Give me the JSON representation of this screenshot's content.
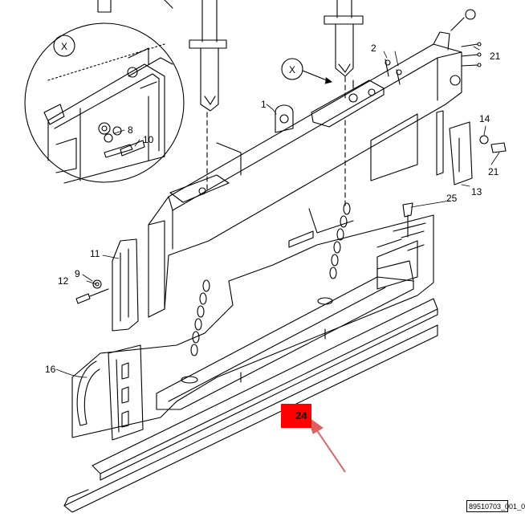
{
  "diagram": {
    "drawing_number": "89510703_001_0",
    "detail_marker": "X",
    "highlighted_part": "24",
    "callouts": [
      "1",
      "2",
      "8",
      "9",
      "10",
      "11",
      "12",
      "13",
      "14",
      "16",
      "21",
      "24",
      "25"
    ],
    "colors": {
      "line": "#000000",
      "highlight": "#ff0000",
      "arrow": "#e06060",
      "background": "#ffffff"
    }
  }
}
